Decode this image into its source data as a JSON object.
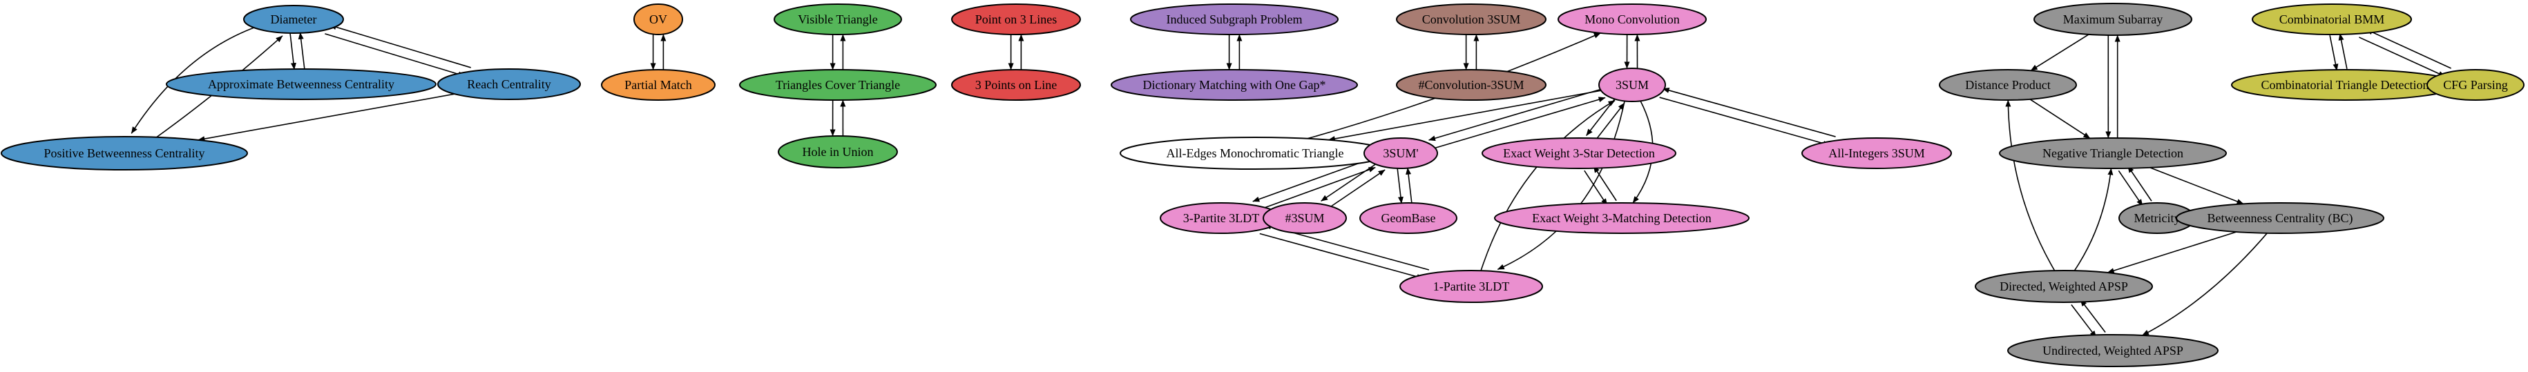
{
  "colors": {
    "blue": "#4d94c8",
    "orange": "#f59a45",
    "green": "#55b659",
    "red": "#e04a4a",
    "purple": "#a27fc6",
    "brown": "#a87c72",
    "pink": "#ea8fcf",
    "gray": "#949494",
    "olive": "#c8c44a",
    "white": "#ffffff"
  },
  "nodes": [
    {
      "id": "diameter",
      "label": "Diameter",
      "color": "blue"
    },
    {
      "id": "abc",
      "label": "Approximate Betweenness Centrality",
      "color": "blue"
    },
    {
      "id": "reach",
      "label": "Reach Centrality",
      "color": "blue"
    },
    {
      "id": "pbc",
      "label": "Positive Betweenness Centrality",
      "color": "blue"
    },
    {
      "id": "ov",
      "label": "OV",
      "color": "orange"
    },
    {
      "id": "partial",
      "label": "Partial Match",
      "color": "orange"
    },
    {
      "id": "visible",
      "label": "Visible Triangle",
      "color": "green"
    },
    {
      "id": "tct",
      "label": "Triangles Cover Triangle",
      "color": "green"
    },
    {
      "id": "hole",
      "label": "Hole in Union",
      "color": "green"
    },
    {
      "id": "p3l",
      "label": "Point on 3 Lines",
      "color": "red"
    },
    {
      "id": "p3ol",
      "label": "3 Points on Line",
      "color": "red"
    },
    {
      "id": "isp",
      "label": "Induced Subgraph Problem",
      "color": "purple"
    },
    {
      "id": "dm",
      "label": "Dictionary Matching with One Gap*",
      "color": "purple"
    },
    {
      "id": "conv3",
      "label": "Convolution 3SUM",
      "color": "brown"
    },
    {
      "id": "hconv3",
      "label": "#Convolution-3SUM",
      "color": "brown"
    },
    {
      "id": "mono",
      "label": "Mono Convolution",
      "color": "pink"
    },
    {
      "id": "s3",
      "label": "3SUM",
      "color": "pink"
    },
    {
      "id": "aemt",
      "label": "All-Edges Monochromatic Triangle",
      "color": "white"
    },
    {
      "id": "s3p",
      "label": "3SUM'",
      "color": "pink"
    },
    {
      "id": "ew3s",
      "label": "Exact Weight 3-Star Detection",
      "color": "pink"
    },
    {
      "id": "ai3",
      "label": "All-Integers 3SUM",
      "color": "pink"
    },
    {
      "id": "p3ldt",
      "label": "3-Partite 3LDT",
      "color": "pink"
    },
    {
      "id": "h3s",
      "label": "#3SUM",
      "color": "pink"
    },
    {
      "id": "geom",
      "label": "GeomBase",
      "color": "pink"
    },
    {
      "id": "ew3m",
      "label": "Exact Weight 3-Matching Detection",
      "color": "pink"
    },
    {
      "id": "p1",
      "label": "1-Partite 3LDT",
      "color": "pink"
    },
    {
      "id": "maxsub",
      "label": "Maximum Subarray",
      "color": "gray"
    },
    {
      "id": "dp",
      "label": "Distance Product",
      "color": "gray"
    },
    {
      "id": "ntd",
      "label": "Negative Triangle Detection",
      "color": "gray"
    },
    {
      "id": "metric",
      "label": "Metricity",
      "color": "gray"
    },
    {
      "id": "bc",
      "label": "Betweenness Centrality (BC)",
      "color": "gray"
    },
    {
      "id": "dwa",
      "label": "Directed, Weighted APSP",
      "color": "gray"
    },
    {
      "id": "uwa",
      "label": "Undirected, Weighted APSP",
      "color": "gray"
    },
    {
      "id": "cbmm",
      "label": "Combinatorial BMM",
      "color": "olive"
    },
    {
      "id": "ctd",
      "label": "Combinatorial Triangle Detection",
      "color": "olive"
    },
    {
      "id": "cfg",
      "label": "CFG Parsing",
      "color": "olive"
    }
  ],
  "edges": [
    {
      "from": "diameter",
      "to": "abc"
    },
    {
      "from": "abc",
      "to": "diameter"
    },
    {
      "from": "diameter",
      "to": "reach"
    },
    {
      "from": "reach",
      "to": "diameter"
    },
    {
      "from": "diameter",
      "to": "pbc"
    },
    {
      "from": "pbc",
      "to": "diameter"
    },
    {
      "from": "reach",
      "to": "pbc"
    },
    {
      "from": "ov",
      "to": "partial"
    },
    {
      "from": "partial",
      "to": "ov"
    },
    {
      "from": "visible",
      "to": "tct"
    },
    {
      "from": "tct",
      "to": "visible"
    },
    {
      "from": "tct",
      "to": "hole"
    },
    {
      "from": "hole",
      "to": "tct"
    },
    {
      "from": "p3l",
      "to": "p3ol"
    },
    {
      "from": "p3ol",
      "to": "p3l"
    },
    {
      "from": "isp",
      "to": "dm"
    },
    {
      "from": "dm",
      "to": "isp"
    },
    {
      "from": "conv3",
      "to": "hconv3"
    },
    {
      "from": "hconv3",
      "to": "conv3"
    },
    {
      "from": "mono",
      "to": "s3"
    },
    {
      "from": "s3",
      "to": "mono"
    },
    {
      "from": "aemt",
      "to": "mono"
    },
    {
      "from": "s3",
      "to": "aemt"
    },
    {
      "from": "s3",
      "to": "s3p"
    },
    {
      "from": "s3p",
      "to": "s3"
    },
    {
      "from": "s3",
      "to": "ew3s"
    },
    {
      "from": "ew3s",
      "to": "s3"
    },
    {
      "from": "s3",
      "to": "ai3"
    },
    {
      "from": "ai3",
      "to": "s3"
    },
    {
      "from": "s3",
      "to": "ew3m"
    },
    {
      "from": "s3",
      "to": "p1"
    },
    {
      "from": "p1",
      "to": "s3"
    },
    {
      "from": "ew3s",
      "to": "ew3m"
    },
    {
      "from": "ew3m",
      "to": "ew3s"
    },
    {
      "from": "s3p",
      "to": "p3ldt"
    },
    {
      "from": "p3ldt",
      "to": "s3p"
    },
    {
      "from": "s3p",
      "to": "h3s"
    },
    {
      "from": "h3s",
      "to": "s3p"
    },
    {
      "from": "s3p",
      "to": "geom"
    },
    {
      "from": "geom",
      "to": "s3p"
    },
    {
      "from": "p3ldt",
      "to": "p1"
    },
    {
      "from": "p1",
      "to": "p3ldt"
    },
    {
      "from": "maxsub",
      "to": "dp"
    },
    {
      "from": "maxsub",
      "to": "ntd"
    },
    {
      "from": "ntd",
      "to": "maxsub"
    },
    {
      "from": "dp",
      "to": "ntd"
    },
    {
      "from": "ntd",
      "to": "metric"
    },
    {
      "from": "metric",
      "to": "ntd"
    },
    {
      "from": "ntd",
      "to": "bc"
    },
    {
      "from": "bc",
      "to": "dwa"
    },
    {
      "from": "bc",
      "to": "uwa"
    },
    {
      "from": "dwa",
      "to": "dp"
    },
    {
      "from": "dwa",
      "to": "ntd"
    },
    {
      "from": "dwa",
      "to": "uwa"
    },
    {
      "from": "uwa",
      "to": "dwa"
    },
    {
      "from": "cbmm",
      "to": "ctd"
    },
    {
      "from": "ctd",
      "to": "cbmm"
    },
    {
      "from": "cbmm",
      "to": "cfg"
    },
    {
      "from": "cfg",
      "to": "cbmm"
    }
  ]
}
